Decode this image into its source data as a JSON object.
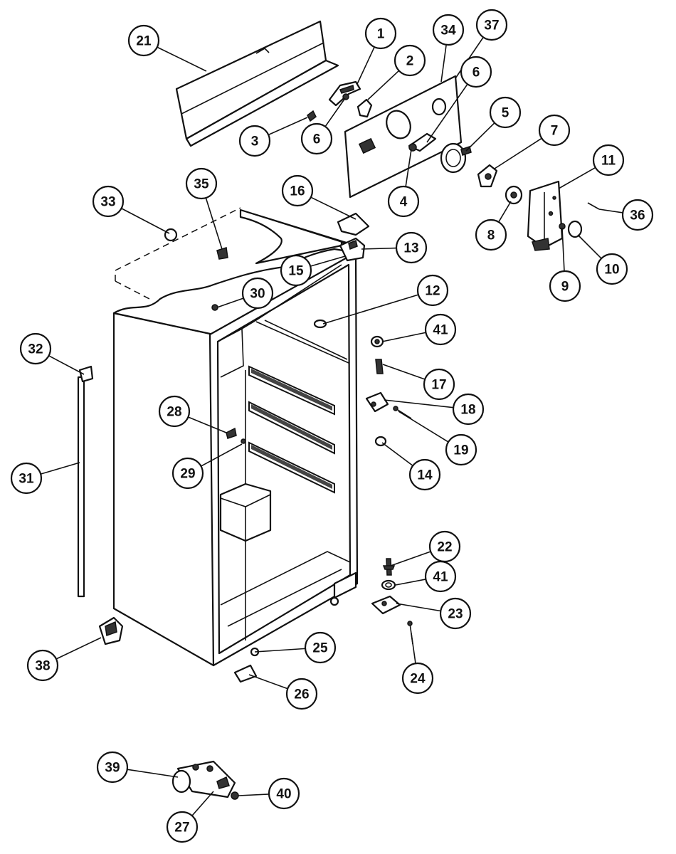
{
  "figure": {
    "callouts": [
      {
        "label": "1"
      },
      {
        "label": "2"
      },
      {
        "label": "3"
      },
      {
        "label": "4"
      },
      {
        "label": "5"
      },
      {
        "label": "6"
      },
      {
        "label": "6"
      },
      {
        "label": "7"
      },
      {
        "label": "8"
      },
      {
        "label": "9"
      },
      {
        "label": "10"
      },
      {
        "label": "11"
      },
      {
        "label": "12"
      },
      {
        "label": "13"
      },
      {
        "label": "14"
      },
      {
        "label": "15"
      },
      {
        "label": "16"
      },
      {
        "label": "17"
      },
      {
        "label": "18"
      },
      {
        "label": "19"
      },
      {
        "label": "21"
      },
      {
        "label": "22"
      },
      {
        "label": "23"
      },
      {
        "label": "24"
      },
      {
        "label": "25"
      },
      {
        "label": "26"
      },
      {
        "label": "27"
      },
      {
        "label": "28"
      },
      {
        "label": "29"
      },
      {
        "label": "30"
      },
      {
        "label": "31"
      },
      {
        "label": "32"
      },
      {
        "label": "33"
      },
      {
        "label": "34"
      },
      {
        "label": "35"
      },
      {
        "label": "36"
      },
      {
        "label": "37"
      },
      {
        "label": "38"
      },
      {
        "label": "39"
      },
      {
        "label": "40"
      },
      {
        "label": "41"
      },
      {
        "label": "41"
      }
    ]
  }
}
